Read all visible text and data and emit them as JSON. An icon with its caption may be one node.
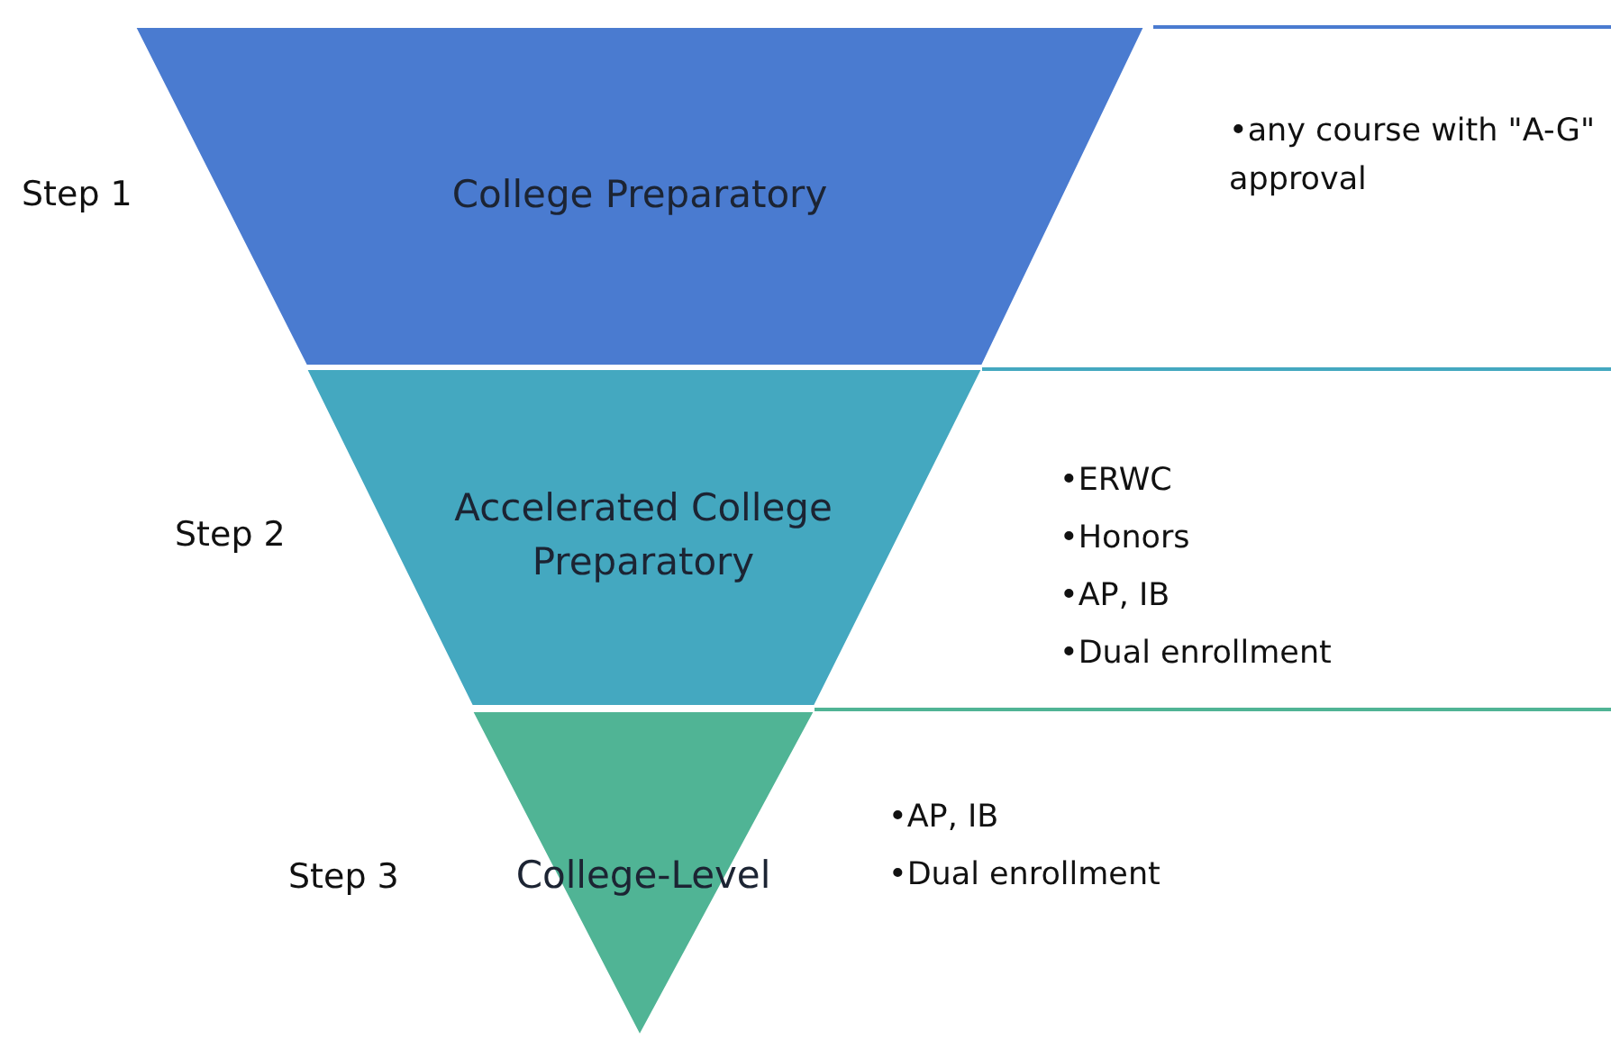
{
  "diagram": {
    "nodes": [
      {
        "text": [
          "College Preparatory"
        ]
      },
      {
        "text": [
          "Accelerated College Preparatory"
        ]
      },
      {
        "text": [
          "College-Level"
        ]
      },
      {
        "text": [
          "•any course with \"A-G\" approval"
        ]
      },
      {
        "text": [
          "•ERWC",
          "•Honors",
          "•AP, IB",
          "•Dual enrollment"
        ]
      },
      {
        "text": [
          "•AP, IB",
          "•Dual enrollment"
        ]
      }
    ],
    "labels": [
      "Step 1",
      "Step 2",
      "Step 3"
    ]
  }
}
